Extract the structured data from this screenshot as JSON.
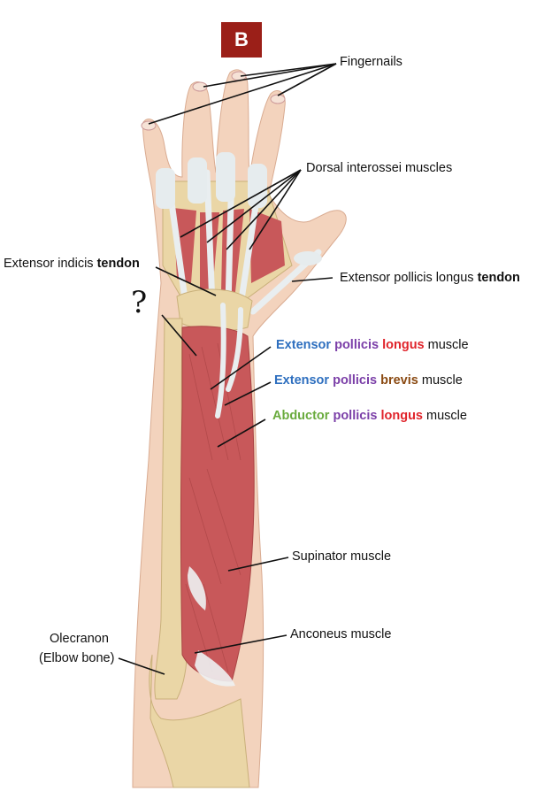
{
  "badge": "B",
  "question_mark": "?",
  "labels": {
    "fingernails": "Fingernails",
    "dorsal_interossei": "Dorsal interossei muscles",
    "extensor_indicis_a": "Extensor indicis ",
    "extensor_indicis_b": "tendon",
    "epl_tendon_a": "Extensor pollicis longus ",
    "epl_tendon_b": "tendon",
    "epl_muscle": {
      "w1": "Extensor",
      "w2": "pollicis",
      "w3": "longus",
      "w4": "muscle"
    },
    "epb_muscle": {
      "w1": "Extensor",
      "w2": "pollicis",
      "w3": "brevis",
      "w4": "muscle"
    },
    "apl_muscle": {
      "w1": "Abductor",
      "w2": "pollicis",
      "w3": "longus",
      "w4": "muscle"
    },
    "supinator": "Supinator muscle",
    "anconeus": "Anconeus muscle",
    "olecranon_line1": "Olecranon",
    "olecranon_line2": "(Elbow bone)"
  },
  "colors": {
    "badge": "#9b1f18",
    "muscle": "#c8585a",
    "skin": "#f3d3bd",
    "bone": "#ead6a6",
    "tendon": "#e9eef0",
    "blue_word": "#2e6fbf",
    "purple_word": "#7b3fa8",
    "red_word": "#e0242b",
    "brown_word": "#8a4a12",
    "green_word": "#6aab3e"
  }
}
